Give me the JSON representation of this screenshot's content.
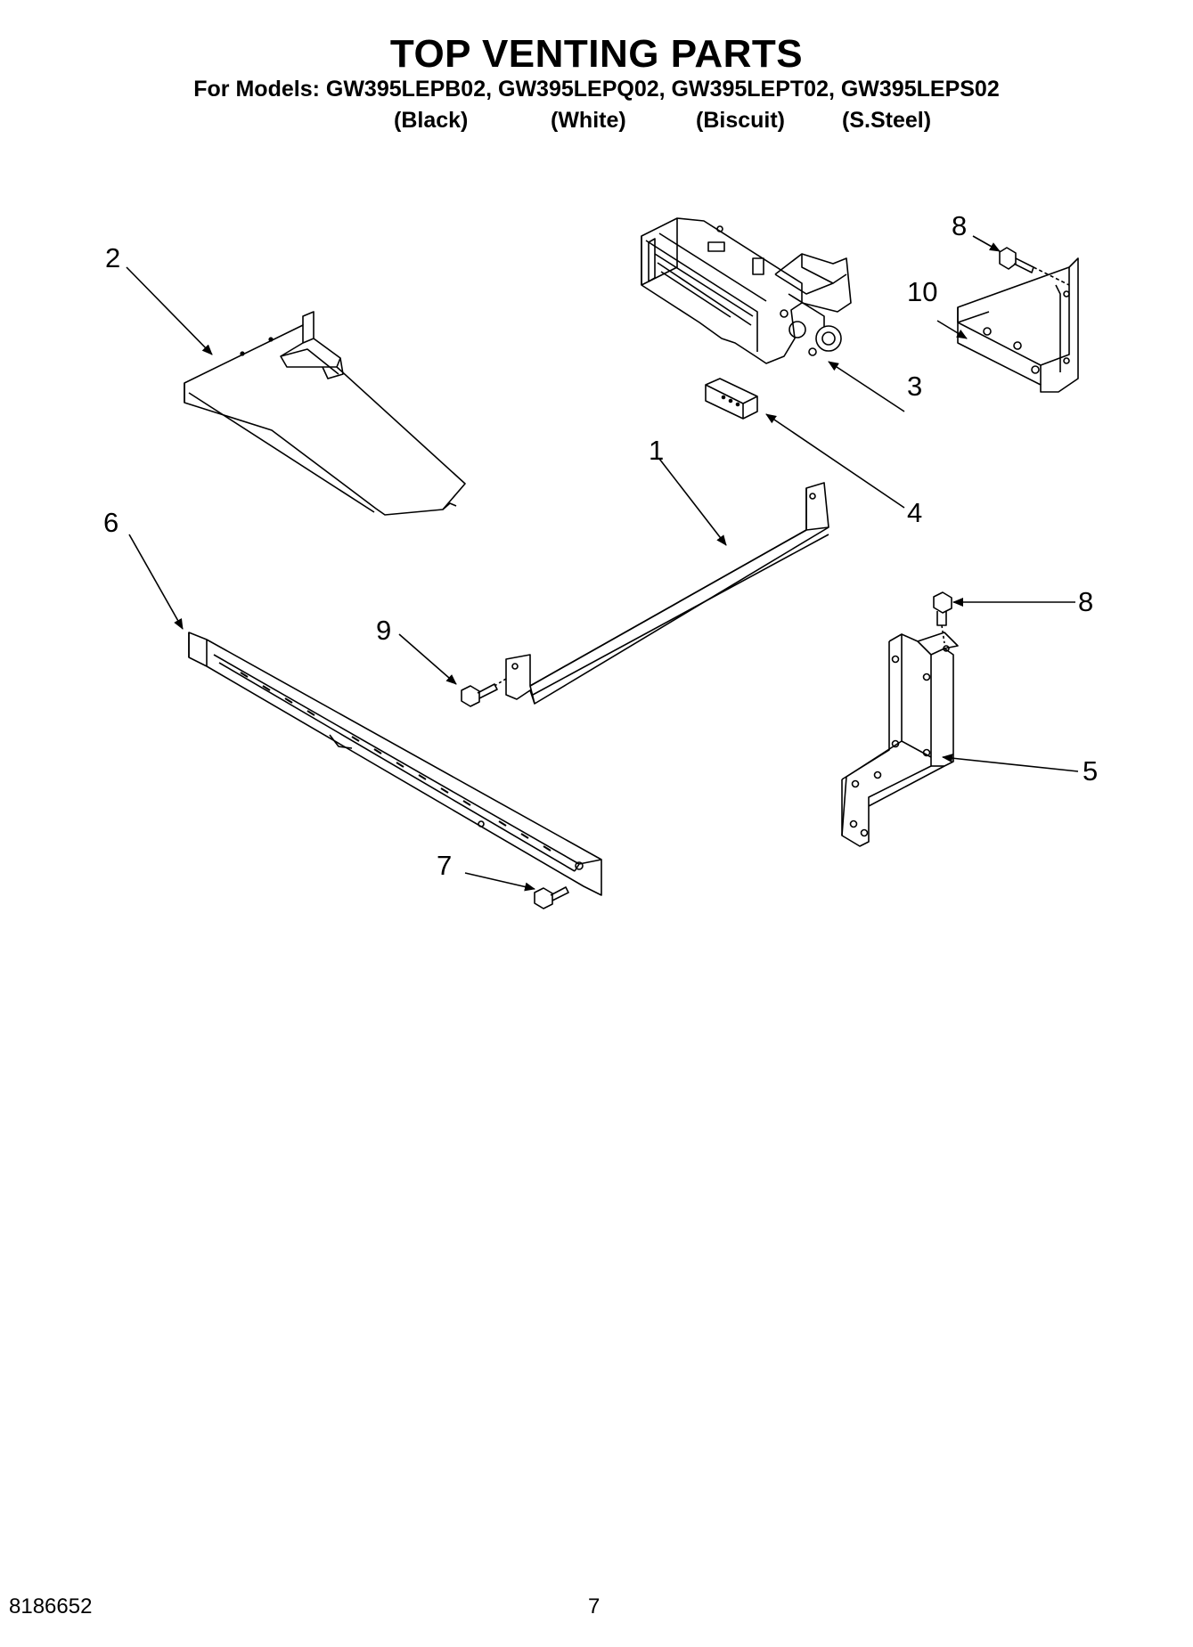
{
  "header": {
    "title": "TOP VENTING PARTS",
    "models_line": "For Models: GW395LEPB02, GW395LEPQ02, GW395LEPT02, GW395LEPS02",
    "colors": [
      "(Black)",
      "(White)",
      "(Biscuit)",
      "(S.Steel)"
    ]
  },
  "callouts": {
    "c1": "1",
    "c2": "2",
    "c3": "3",
    "c4": "4",
    "c5": "5",
    "c6": "6",
    "c7": "7",
    "c8a": "8",
    "c8b": "8",
    "c9": "9",
    "c10": "10"
  },
  "footer": {
    "doc_number": "8186652",
    "page_number": "7"
  }
}
